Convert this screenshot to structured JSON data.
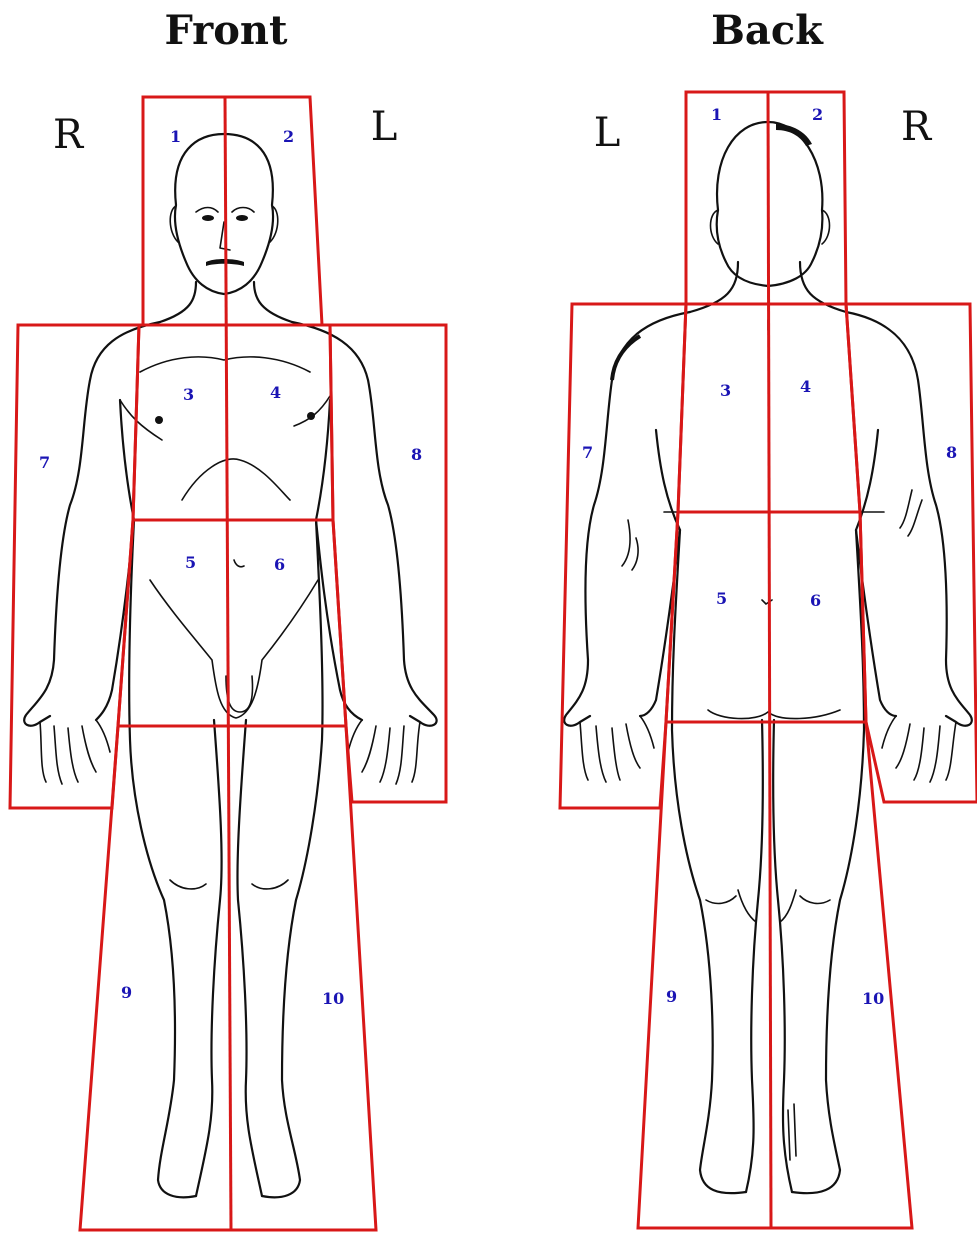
{
  "front": {
    "title": "Front",
    "left_side_label": "R",
    "right_side_label": "L",
    "regions": [
      "1",
      "2",
      "3",
      "4",
      "5",
      "6",
      "7",
      "8",
      "9",
      "10"
    ]
  },
  "back": {
    "title": "Back",
    "left_side_label": "L",
    "right_side_label": "R",
    "regions": [
      "1",
      "2",
      "3",
      "4",
      "5",
      "6",
      "7",
      "8",
      "9",
      "10"
    ]
  },
  "colors": {
    "zone_outline": "#d81818",
    "region_number": "#1a14b4",
    "figure_line": "#111111"
  }
}
